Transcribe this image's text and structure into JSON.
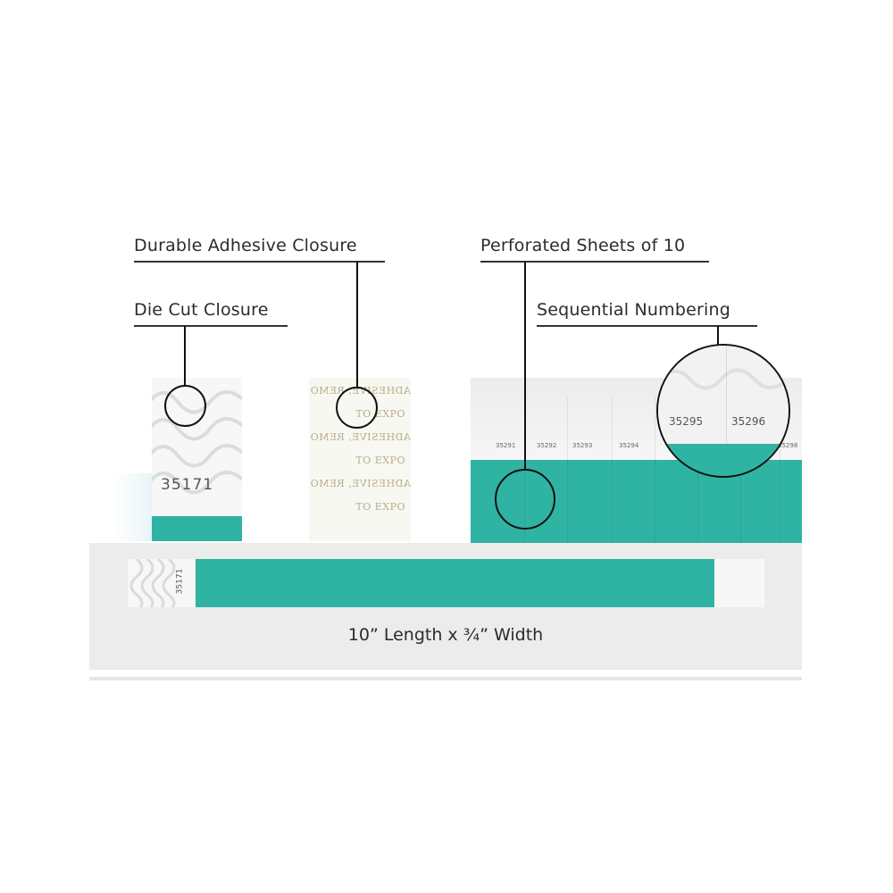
{
  "callouts": {
    "durable": "Durable Adhesive Closure",
    "diecut": "Die Cut Closure",
    "perforated": "Perforated Sheets of 10",
    "sequential": "Sequential Numbering"
  },
  "wristband_number": "35171",
  "adhesive_text": [
    "ADHESIVE, REMO",
    "TO EXPO",
    "ADHESIVE, REMO",
    "TO EXPO",
    "ADHESIVE, REMO",
    "TO EXPO"
  ],
  "sheet_numbers": [
    "35291",
    "35292",
    "35293",
    "35294",
    "35298"
  ],
  "zoom_numbers": [
    "35295",
    "35296"
  ],
  "dimension_label": "10” Length x ¾” Width",
  "colors": {
    "band": "#2fb3a3",
    "band_dark": "#27a596",
    "gray_panel": "#ececec"
  }
}
